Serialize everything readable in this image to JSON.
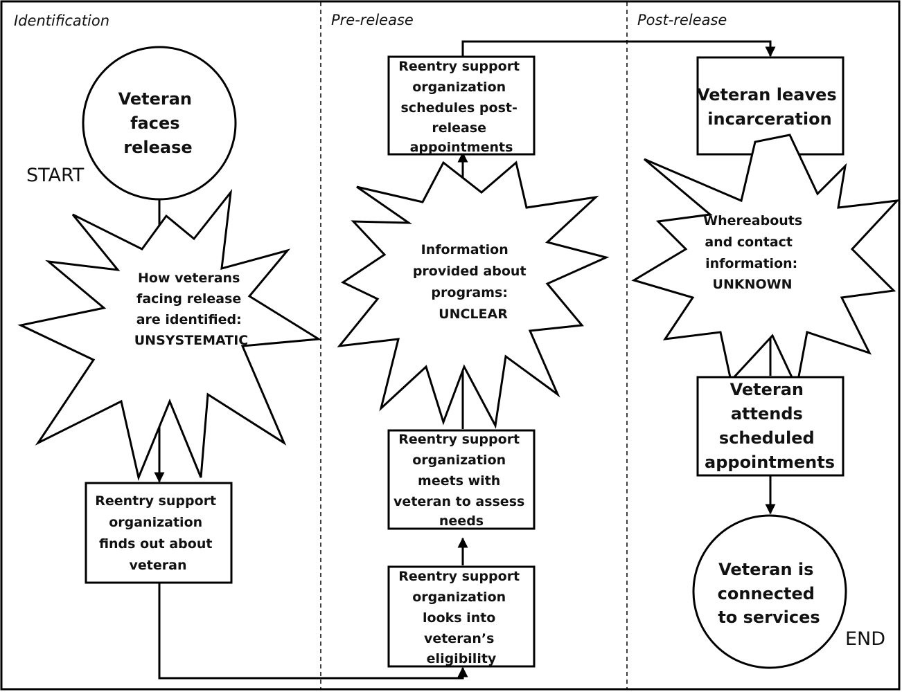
{
  "lanes": [
    {
      "id": "identification",
      "title": "Identification"
    },
    {
      "id": "pre_release",
      "title": "Pre-release"
    },
    {
      "id": "post_release",
      "title": "Post-release"
    }
  ],
  "markers": {
    "start": "START",
    "end": "END"
  },
  "nodes": {
    "faces_release": {
      "shape": "circle",
      "lines": [
        "Veteran",
        "faces",
        "release"
      ]
    },
    "identified_issue": {
      "shape": "burst",
      "lines": [
        "How veterans",
        "facing release",
        "are identified:",
        "UNSYSTEMATIC"
      ]
    },
    "finds_out": {
      "shape": "rect",
      "lines": [
        "Reentry support",
        "organization",
        "finds out about",
        "veteran"
      ]
    },
    "eligibility": {
      "shape": "rect",
      "lines": [
        "Reentry support",
        "organization",
        "looks into",
        "veteran’s",
        "eligibility"
      ]
    },
    "assess_needs": {
      "shape": "rect",
      "lines": [
        "Reentry support",
        "organization",
        "meets with",
        "veteran to assess",
        "needs"
      ]
    },
    "info_issue": {
      "shape": "burst",
      "lines": [
        "Information",
        "provided about",
        "programs:",
        "UNCLEAR"
      ]
    },
    "schedules": {
      "shape": "rect",
      "lines": [
        "Reentry support",
        "organization",
        "schedules post-",
        "release",
        "appointments"
      ]
    },
    "leaves": {
      "shape": "rect",
      "lines": [
        "Veteran leaves",
        "incarceration"
      ]
    },
    "whereabouts_issue": {
      "shape": "burst",
      "lines": [
        "Whereabouts",
        "and contact",
        "information:",
        "UNKNOWN"
      ]
    },
    "attends": {
      "shape": "rect",
      "lines": [
        "Veteran",
        "attends",
        "scheduled",
        "appointments"
      ]
    },
    "connected": {
      "shape": "circle",
      "lines": [
        "Veteran is",
        "connected",
        "to services"
      ]
    }
  },
  "edges": [
    {
      "from": "faces_release",
      "to": "finds_out"
    },
    {
      "from": "finds_out",
      "to": "eligibility"
    },
    {
      "from": "eligibility",
      "to": "assess_needs"
    },
    {
      "from": "assess_needs",
      "to": "schedules"
    },
    {
      "from": "schedules",
      "to": "leaves"
    },
    {
      "from": "leaves",
      "to": "attends"
    },
    {
      "from": "attends",
      "to": "connected"
    }
  ]
}
